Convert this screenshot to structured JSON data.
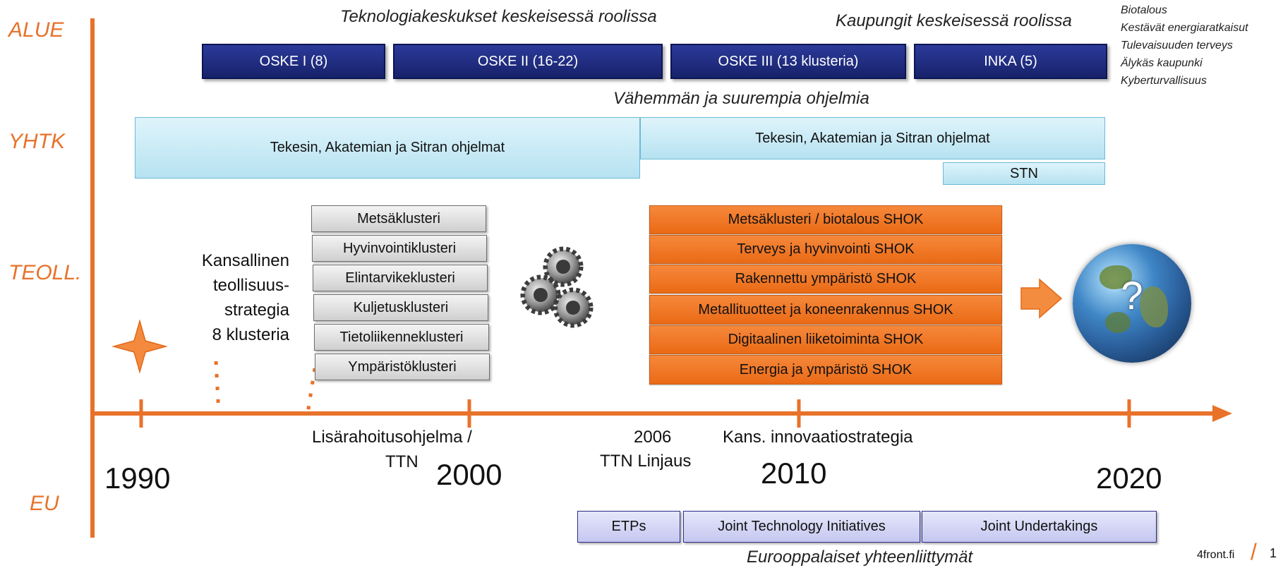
{
  "levels": {
    "alue": "ALUE",
    "yhtk": "YHTK",
    "teoll": "TEOLL.",
    "eu": "EU"
  },
  "alue": {
    "heading_left": "Teknologiakeskukset keskeisessä roolissa",
    "heading_right": "Kaupungit keskeisessä roolissa",
    "programs": [
      "OSKE I (8)",
      "OSKE II (16-22)",
      "OSKE III (13 klusteria)",
      "INKA (5)"
    ],
    "themes": [
      "Biotalous",
      "Kestävät energiaratkaisut",
      "Tulevaisuuden terveys",
      "Älykäs kaupunki",
      "Kyberturvallisuus"
    ]
  },
  "yhtk": {
    "heading": "Vähemmän ja suurempia ohjelmia",
    "program_left": "Tekesin, Akatemian ja Sitran ohjelmat",
    "program_right": "Tekesin, Akatemian ja Sitran ohjelmat",
    "stn": "STN"
  },
  "teoll": {
    "strategy_lines": [
      "Kansallinen",
      "teollisuus-",
      "strategia",
      "8 klusteria"
    ],
    "clusters": [
      "Metsäklusteri",
      "Hyvinvointiklusteri",
      "Elintarvikeklusteri",
      "Kuljetusklusteri",
      "Tietoliikenneklusteri",
      "Ympäristöklusteri"
    ],
    "shoks": [
      "Metsäklusteri / biotalous SHOK",
      "Terveys ja hyvinvointi SHOK",
      "Rakennettu ympäristö SHOK",
      "Metallituotteet ja koneenrakennus SHOK",
      "Digitaalinen liiketoiminta SHOK",
      "Energia ja ympäristö SHOK"
    ],
    "globe_mark": "?"
  },
  "timeline": {
    "years": [
      "1990",
      "2000",
      "2010",
      "2020"
    ],
    "annotations": {
      "lisarahoitus_1": "Lisärahoitusohjelma /",
      "lisarahoitus_2": "TTN",
      "y2006": "2006",
      "ttn_linjaus": "TTN Linjaus",
      "kans_innovaatio": "Kans. innovaatiostrategia"
    }
  },
  "eu": {
    "programs": [
      "ETPs",
      "Joint Technology Initiatives",
      "Joint Undertakings"
    ],
    "caption": "Eurooppalaiset yhteenliittymät"
  },
  "footer": {
    "brand": "4front.fi",
    "separator": "/",
    "page": "1"
  },
  "colors": {
    "accent_orange": "#e8722a",
    "navy": "#1f2b80",
    "light_blue": "#c7ebf7",
    "shok_orange": "#f07a25",
    "lavender": "#d6d8f5"
  }
}
